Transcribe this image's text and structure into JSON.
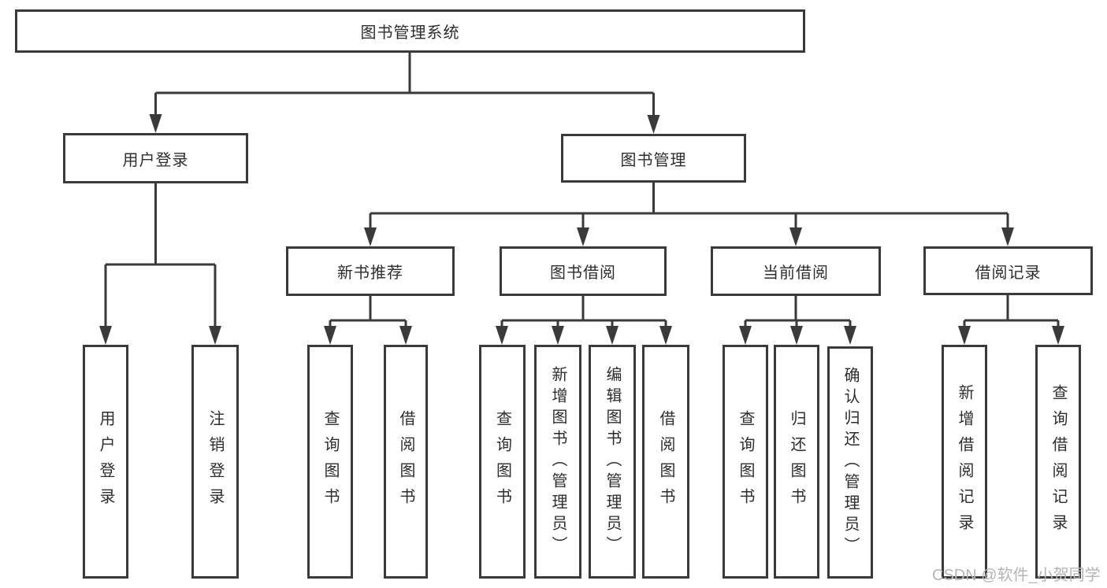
{
  "diagram": {
    "title": "图书管理系统",
    "nodes": {
      "root": "图书管理系统",
      "user_login": "用户登录",
      "book_management": "图书管理",
      "new_book_recommend": "新书推荐",
      "book_borrow": "图书借阅",
      "current_borrow": "当前借阅",
      "borrow_records": "借阅记录",
      "login_leaf": "用户登录",
      "logout_leaf": "注销登录",
      "rec_query": "查询图书",
      "rec_borrow": "借阅图书",
      "bor_query": "查询图书",
      "bor_add": "新增图书（管理员）",
      "bor_edit": "编辑图书（管理员）",
      "bor_borrow": "借阅图书",
      "cur_query": "查询图书",
      "cur_return": "归还图书",
      "cur_confirm": "确认归还（管理员）",
      "log_add": "新增借阅记录",
      "log_query": "查询借阅记录"
    },
    "colors": {
      "line": "#3a3a3a",
      "text": "#2d2d2d",
      "background": "#ffffff",
      "watermark": "#b5b5b5"
    }
  },
  "watermark": "CSDN @软件_小贺同学"
}
